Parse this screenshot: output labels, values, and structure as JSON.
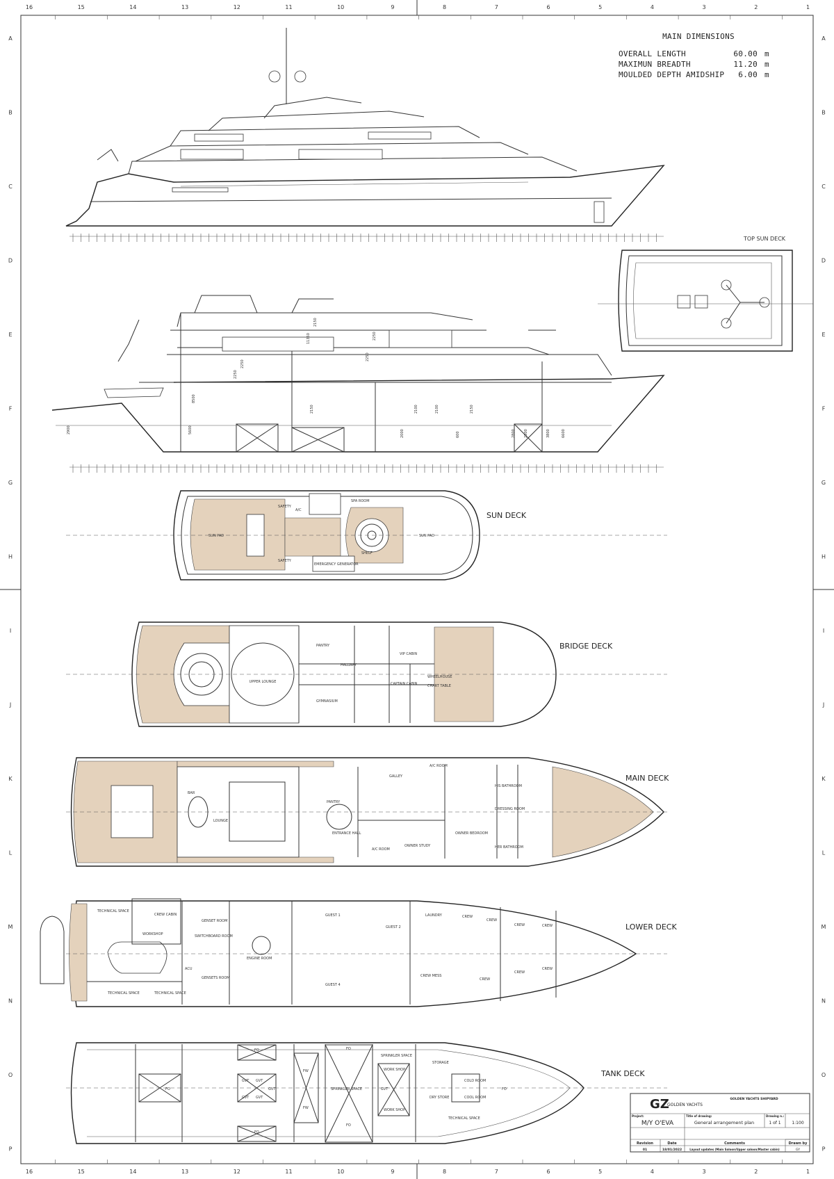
{
  "main_dimensions": {
    "title": "MAIN DIMENSIONS",
    "rows": [
      {
        "label": "OVERALL LENGTH",
        "value": "60.00",
        "unit": "m"
      },
      {
        "label": "MAXIMUN BREADTH",
        "value": "11.20",
        "unit": "m"
      },
      {
        "label": "MOULDED DEPTH AMIDSHIP",
        "value": "6.00",
        "unit": "m"
      }
    ]
  },
  "grid": {
    "columns": [
      "16",
      "15",
      "14",
      "13",
      "12",
      "11",
      "10",
      "9",
      "8",
      "7",
      "6",
      "5",
      "4",
      "3",
      "2",
      "1"
    ],
    "rows": [
      "A",
      "B",
      "C",
      "D",
      "E",
      "F",
      "G",
      "H",
      "I",
      "J",
      "K",
      "L",
      "M",
      "N",
      "O",
      "P"
    ]
  },
  "views": {
    "top_sun_deck": "TOP SUN DECK",
    "sun_deck": "SUN DECK",
    "bridge_deck": "BRIDGE DECK",
    "main_deck": "MAIN DECK",
    "lower_deck": "LOWER DECK",
    "tank_deck": "TANK DECK"
  },
  "section_dimensions": [
    "11350",
    "2150",
    "2250",
    "2250",
    "2250",
    "8500",
    "2250",
    "2150",
    "2100",
    "2100",
    "2150",
    "5600",
    "2900",
    "2800",
    "2000",
    "600",
    "2800",
    "3800",
    "6600"
  ],
  "rooms": {
    "sun_deck": [
      "SUN PAD",
      "A/C",
      "SPA ROOM",
      "SAFETY",
      "SAFETY",
      "EMERGENCY GENERATOR",
      "SHELF",
      "SUN PAD"
    ],
    "bridge_deck": [
      "UPPER LOUNGE",
      "HALLWAY",
      "PANTRY",
      "GYMNASIUM",
      "VIP CABIN",
      "CAPTAIN CABIN",
      "WHEELHOUSE",
      "CHART TABLE"
    ],
    "main_deck": [
      "BAR",
      "LOUNGE",
      "PANTRY",
      "GALLEY",
      "A/C ROOM",
      "ENTRANCE HALL",
      "OWNER STUDY",
      "OWNER BEDROOM",
      "A/C ROOM",
      "HIS BATHROOM",
      "DRESSING ROOM",
      "HER BATHROOM"
    ],
    "lower_deck": [
      "TECHNICAL SPACE",
      "CREW CABIN",
      "WORKSHOP",
      "GENSET ROOM",
      "SWITCHBOARD ROOM",
      "ACU",
      "GENSETS ROOM",
      "ENGINE ROOM",
      "TECHNICAL SPACE",
      "TECHNICAL SPACE",
      "GUEST 1",
      "GUEST 2",
      "GUEST 4",
      "LAUNDRY",
      "CREW MESS",
      "CREW",
      "CREW",
      "CREW",
      "CREW",
      "CREW",
      "CREW",
      "CREW"
    ],
    "tank_deck": [
      "FO",
      "FO",
      "FO",
      "GVT",
      "GVT",
      "GVT",
      "GVT",
      "GVT",
      "FW",
      "FW",
      "FO",
      "FO",
      "SPRINKLER SPACE",
      "SPRINKLER SPACE",
      "WORK SHOP",
      "GVT",
      "WORK SHOP",
      "STORAGE",
      "COLD ROOM",
      "COOL ROOM",
      "DRY STORE",
      "TECHNICAL SPACE",
      "FO"
    ]
  },
  "title_block": {
    "company": "GOLDEN YACHTS",
    "logo_text": "GZ",
    "shipyard": "GOLDEN YACHTS SHIPYARD",
    "project_label": "Project:",
    "project": "M/Y O'EVA",
    "title_label": "Title of drawing:",
    "title": "General arrangement plan",
    "drawing_no_label": "Drawing n.:",
    "drawing_no": "1 of 1",
    "scale": "1:100",
    "headers": [
      "Revision",
      "Date",
      "Comments",
      "Drawn by"
    ],
    "revision": "01",
    "date": "18/01/2022",
    "comments": "Layout updates (Main Saloon/Upper saloon/Master cabin)",
    "drawn_by": "GY"
  },
  "colors": {
    "teak": "#e4d2bc",
    "line": "#333333"
  }
}
